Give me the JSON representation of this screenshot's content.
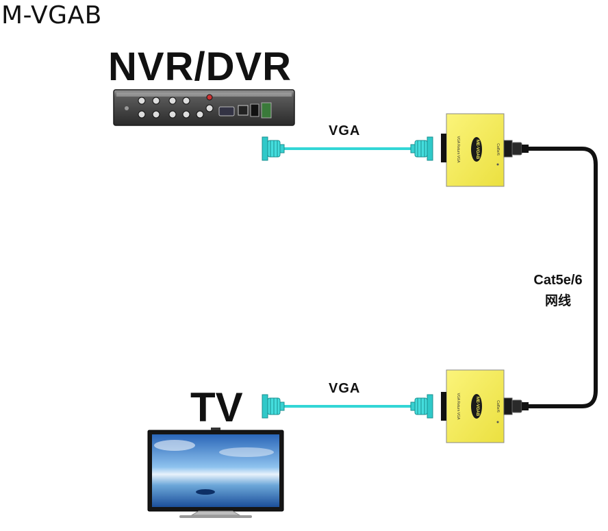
{
  "model": "M-VGAB",
  "source_device": {
    "label": "NVR/DVR"
  },
  "display_device": {
    "label": "TV"
  },
  "cables": {
    "vga_top": "VGA",
    "vga_bottom": "VGA",
    "network_en": "Cat5e/6",
    "network_cn": "网线"
  },
  "extender_top": {
    "badge": "ME-VGAB",
    "port_left": "VGA Return VGA",
    "port_right": "Cat5e/6"
  },
  "extender_bottom": {
    "badge": "ME-VGAB",
    "port_left": "VGA Return VGA",
    "port_right": "Cat5e/6"
  },
  "colors": {
    "vga_cable": "#33d6d6",
    "extender_body": "#f7ef5a",
    "network_cable": "#111111"
  }
}
